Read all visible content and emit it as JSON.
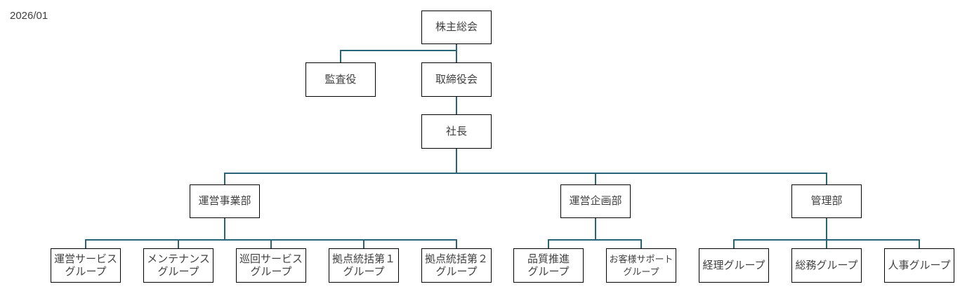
{
  "date_label": "2026/01",
  "colors": {
    "connector": "#2A6478",
    "box_border": "#000000",
    "box_fill": "#ffffff",
    "text": "#404040"
  },
  "org": {
    "shareholders": "株主総会",
    "auditor": "監査役",
    "board": "取締役会",
    "president": "社長",
    "departments": [
      {
        "label": "運営事業部",
        "groups": [
          "運営サービス\nグループ",
          "メンテナンス\nグループ",
          "巡回サービス\nグループ",
          "拠点統括第１\nグループ",
          "拠点統括第２\nグループ"
        ]
      },
      {
        "label": "運営企画部",
        "groups": [
          "品質推進\nグループ",
          "お客様サポート\nグループ"
        ]
      },
      {
        "label": "管理部",
        "groups": [
          "経理グループ",
          "総務グループ",
          "人事グループ"
        ]
      }
    ]
  }
}
